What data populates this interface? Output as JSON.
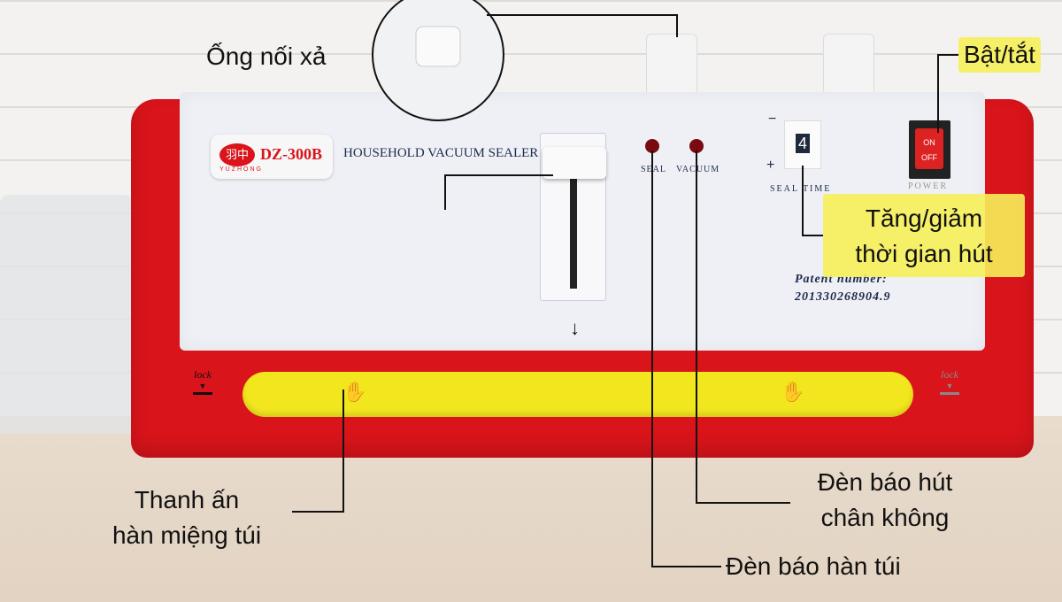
{
  "device": {
    "logo_text": "羽中",
    "brand": "YUZHONG",
    "model": "DZ-300B",
    "title": "HOUSEHOLD VACUUM SEALER",
    "seal_led": "SEAL",
    "vacuum_led": "VACUUM",
    "minus": "−",
    "plus": "+",
    "seal_time_value": "4",
    "seal_time_label": "SEAL TIME",
    "switch_on": "ON",
    "switch_off": "OFF",
    "power_label": "POWER",
    "patent_label": "Patent number:",
    "patent_number": "201330268904.9",
    "lock_left": "lock",
    "lock_right": "lock",
    "arrow_down": "↓",
    "hand_icon": "✋",
    "accent_red": "#d9141b",
    "bar_yellow": "#f2e61e"
  },
  "callouts": {
    "exhaust": "Ống nối xả",
    "power": "Bật/tắt",
    "time_line1": "Tăng/giảm",
    "time_line2": "thời gian hút",
    "bar_line1": "Thanh ấn",
    "bar_line2": "hàn miệng túi",
    "vacuum_line1": "Đèn báo hút",
    "vacuum_line2": "chân không",
    "seal": "Đèn báo hàn túi"
  }
}
